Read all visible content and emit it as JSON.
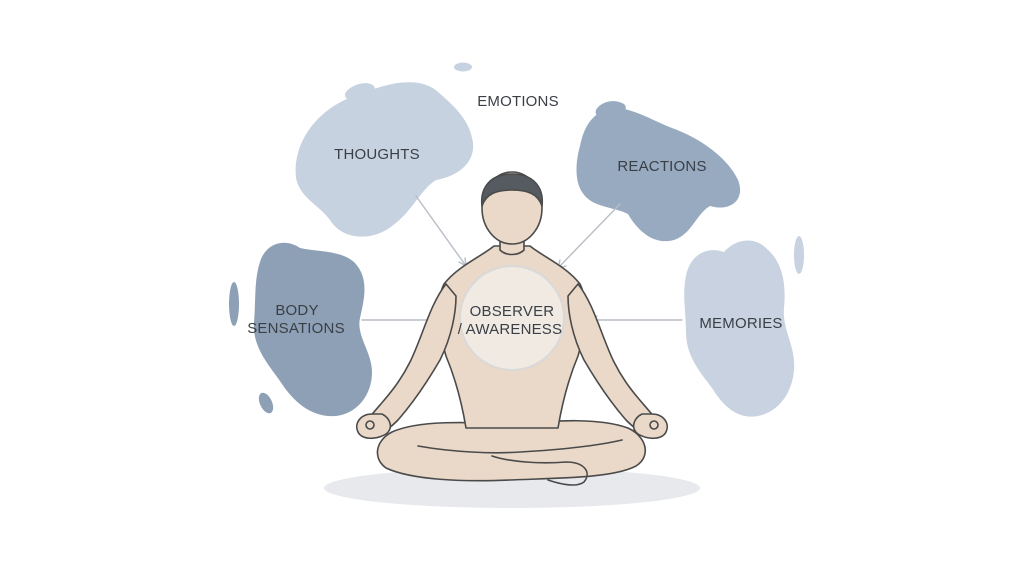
{
  "labels": {
    "emotions": "EMOTIONS",
    "thoughts": "THOUGHTS",
    "reactions": "REACTIONS",
    "body_line1": "BODY",
    "body_line2": "SENSATIONS",
    "memories": "MEMORIES",
    "observer_line1": "OBSERVER",
    "observer_line2": "/ AWARENESS"
  },
  "colors": {
    "background": "#ffffff",
    "blob_light": "#c3cede",
    "blob_mid": "#aebbcd",
    "blob_dark": "#8fa1b7",
    "skin": "#ead9c9",
    "skin_outline": "#4a4a4a",
    "hair": "#555b61",
    "text": "#3a3f46",
    "arrow": "#b9bec5",
    "observer_fill": "#f1ece7",
    "ground_shadow": "#e8e9ec"
  }
}
